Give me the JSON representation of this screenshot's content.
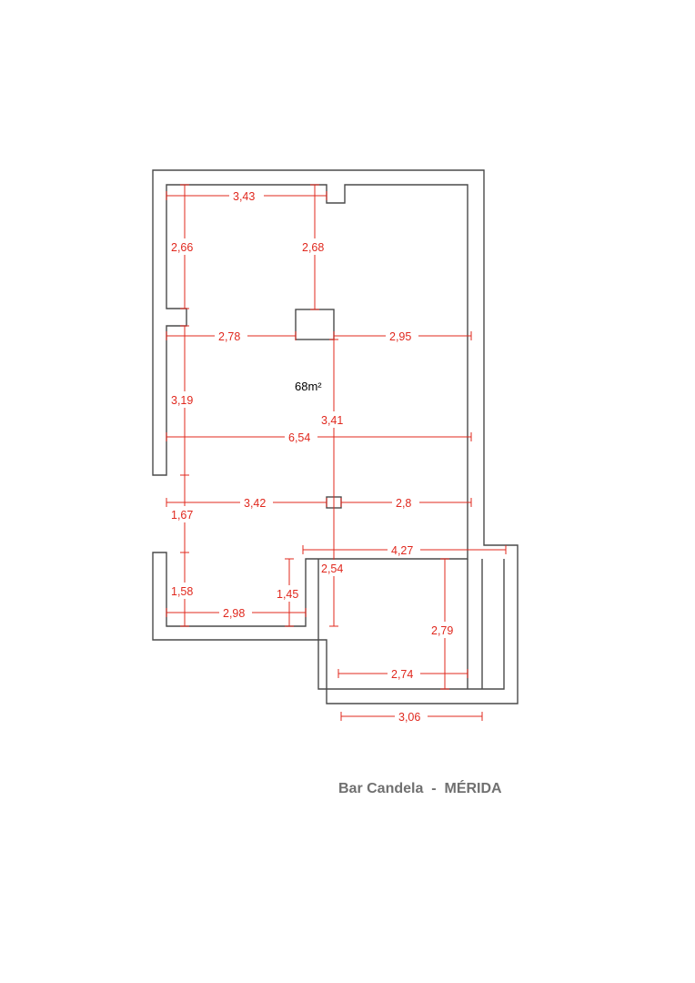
{
  "title": {
    "name": "Bar Candela",
    "separator": "-",
    "city": "MÉRIDA"
  },
  "colors": {
    "wall": "#4a4a4a",
    "dimension": "#e0281e",
    "caption": "#707070"
  },
  "area_label": "68m²",
  "dimensions": {
    "top_width": "3,43",
    "left_upper_height": "2,66",
    "center_upper_height": "2,68",
    "mid_left_width": "2,78",
    "mid_right_width": "2,95",
    "left_mid_height": "3,19",
    "center_mid_height": "3,41",
    "full_width": "6,54",
    "lower_left_width": "3,42",
    "lower_right_width": "2,8",
    "left_lower_height": "1,67",
    "bar_width": "4,27",
    "center_lower_height": "2,54",
    "bottom_left_height": "1,58",
    "small_height": "1,45",
    "bottom_left_width": "2,98",
    "bar_height": "2,79",
    "bar_inner_width": "2,74",
    "bottom_width": "3,06"
  }
}
